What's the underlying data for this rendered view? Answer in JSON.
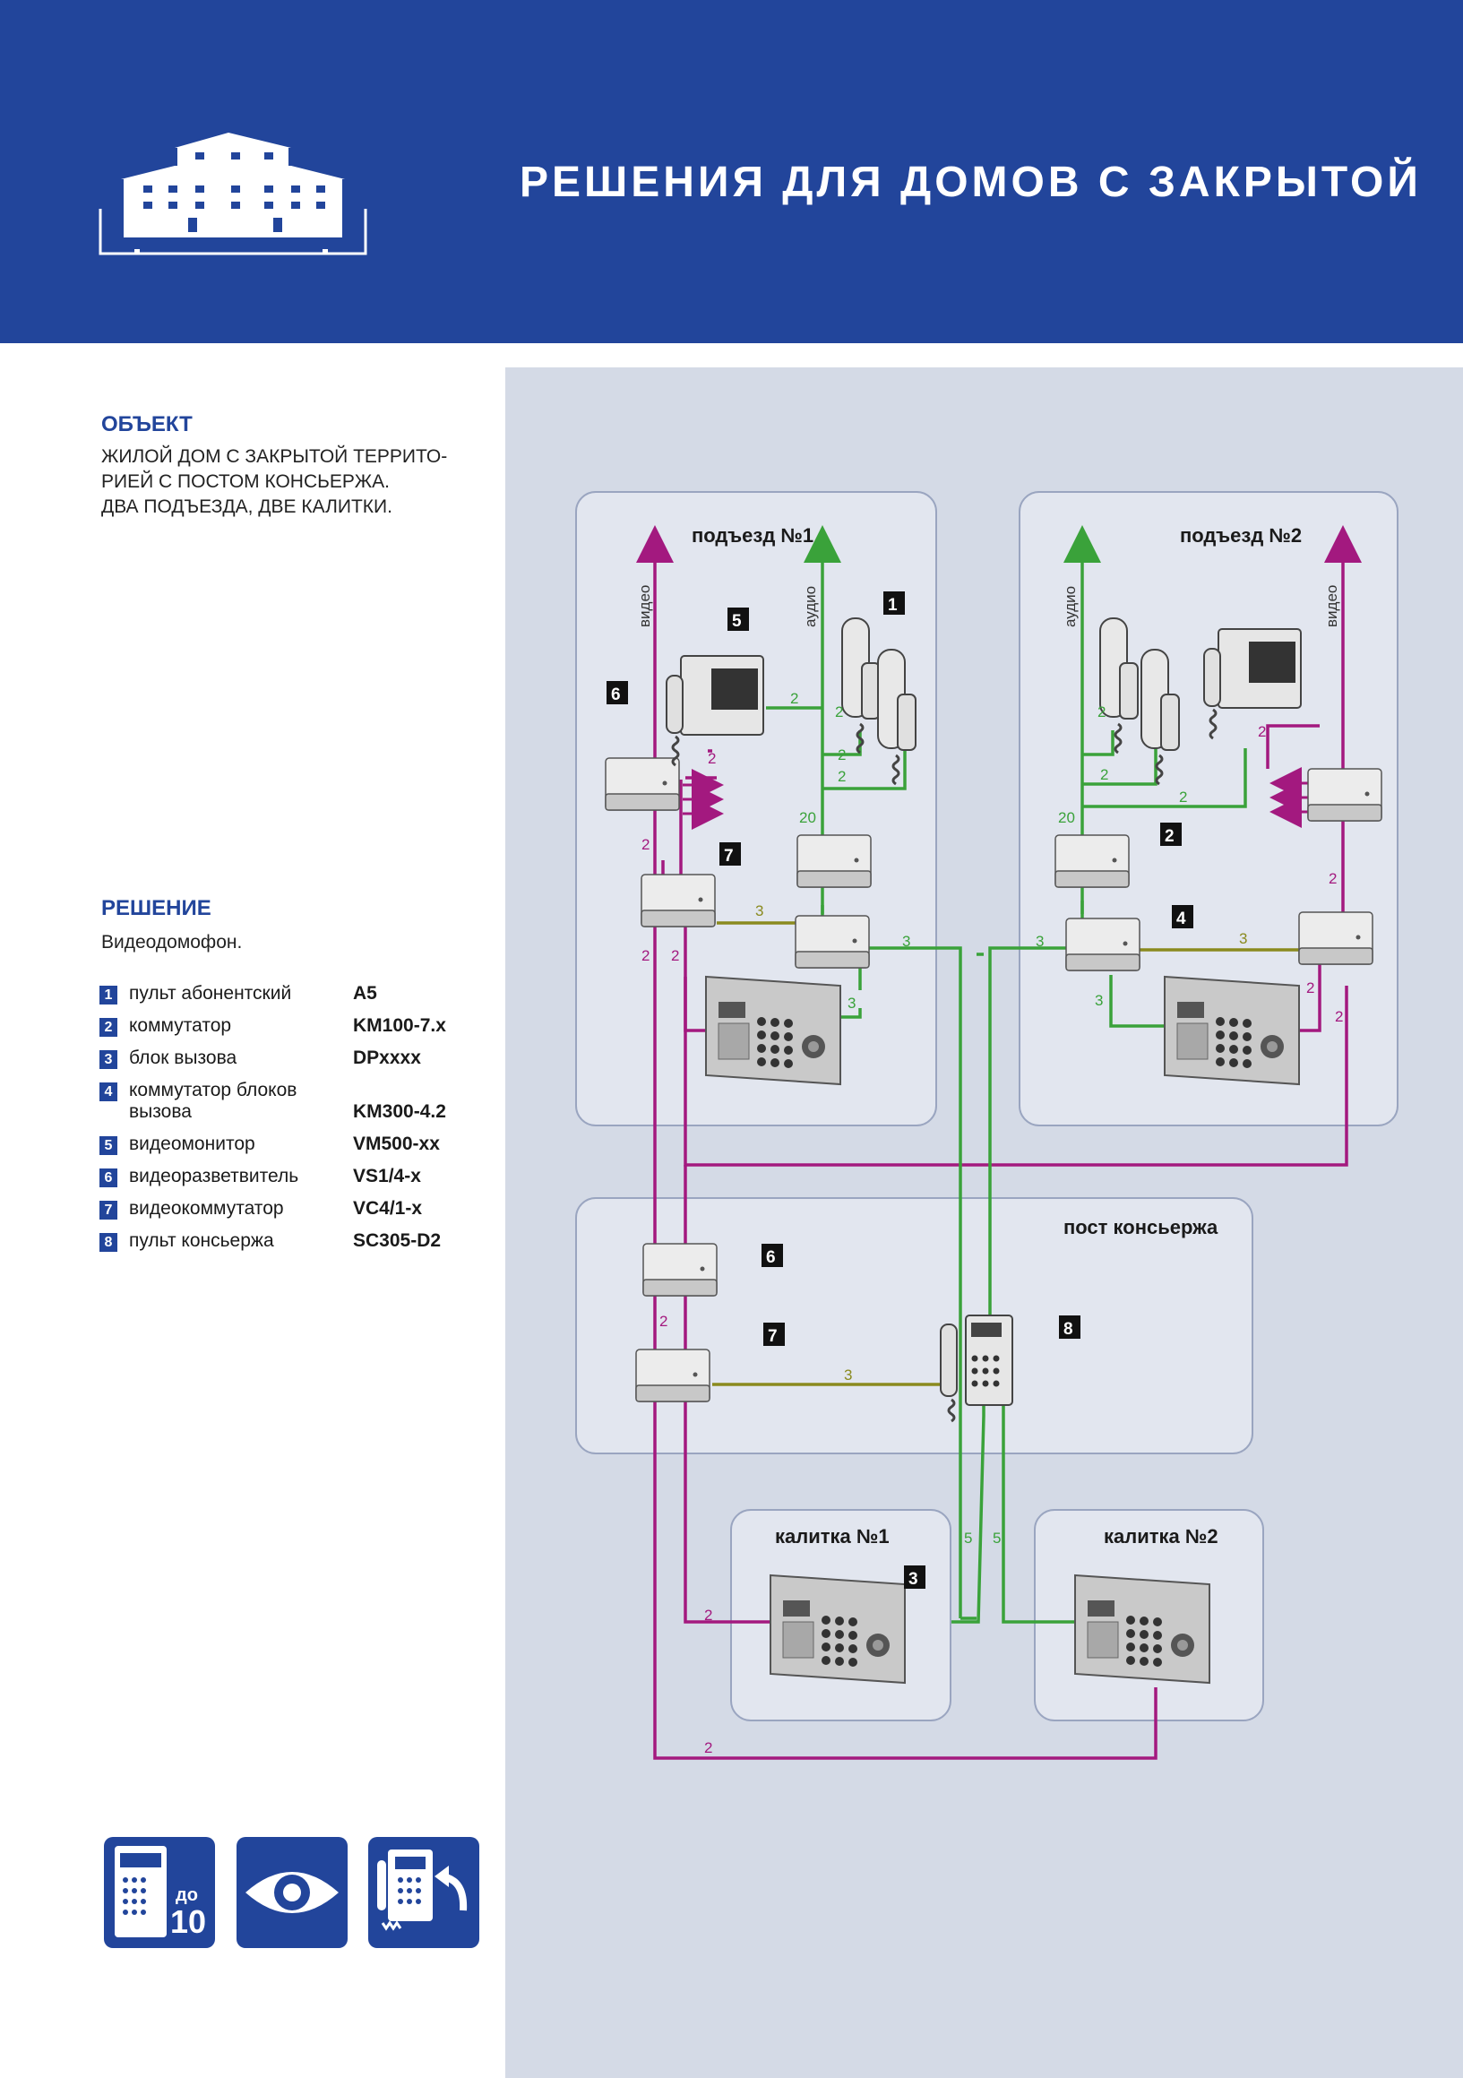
{
  "header": {
    "title": "РЕШЕНИЯ ДЛЯ ДОМОВ С ЗАКРЫТОЙ"
  },
  "object": {
    "heading": "ОБЪЕКТ",
    "lines": [
      "ЖИЛОЙ ДОМ С ЗАКРЫТОЙ ТЕРРИТО-",
      "РИЕЙ С ПОСТОМ КОНСЬЕРЖА.",
      "ДВА ПОДЪЕЗДА, ДВЕ КАЛИТКИ."
    ]
  },
  "solution": {
    "heading": "РЕШЕНИЕ",
    "text": "Видеодомофон."
  },
  "legend": [
    {
      "num": "1",
      "name": "пульт абонентский",
      "model": "A5"
    },
    {
      "num": "2",
      "name": "коммутатор",
      "model": "KM100-7.x"
    },
    {
      "num": "3",
      "name": "блок вызова",
      "model": "DPxxxx"
    },
    {
      "num": "4",
      "name": "коммутатор блоков вызова",
      "model": "KM300-4.2"
    },
    {
      "num": "5",
      "name": "видеомонитор",
      "model": "VM500-xx"
    },
    {
      "num": "6",
      "name": "видеоразветвитель",
      "model": "VS1/4-x"
    },
    {
      "num": "7",
      "name": "видеокоммутатор",
      "model": "VC4/1-x"
    },
    {
      "num": "8",
      "name": "пульт консьержа",
      "model": "SC305-D2"
    }
  ],
  "features": {
    "panel_count_prefix": "до",
    "panel_count": "10"
  },
  "zones": {
    "entrance1": "подъезд №1",
    "entrance2": "подъезд №2",
    "concierge": "пост консьержа",
    "gate1": "калитка №1",
    "gate2": "калитка №2"
  },
  "bus_labels": {
    "video": "видео",
    "audio": "аудио"
  },
  "wire_counts": {
    "two": "2",
    "three": "3",
    "five": "5",
    "twenty": "20"
  },
  "colors": {
    "header_blue": "#22459b",
    "video_line": "#a3197f",
    "audio_line": "#3aa23a",
    "control_line": "#8a8a1e",
    "diagram_bg": "#d4dae6"
  }
}
